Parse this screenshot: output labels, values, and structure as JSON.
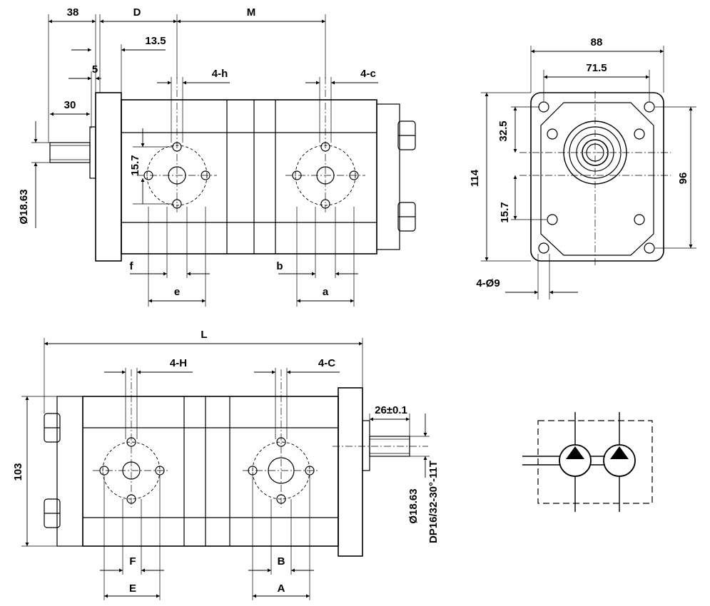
{
  "top_view": {
    "dims": {
      "shaft_length": "38",
      "flange_to_port": "D",
      "port_spacing": "M",
      "flange_offset": "13.5",
      "flange_thickness": "5",
      "spline_length": "30",
      "rear_bolts": "4-h",
      "front_bolts": "4-c",
      "bolt_offset": "15.7",
      "shaft_diameter": "Ø18.63",
      "rear_port_bolt_spacing": "e",
      "rear_port_inner": "f",
      "front_port_bolt_spacing": "a",
      "front_port_inner": "b"
    }
  },
  "side_view": {
    "dims": {
      "width": "88",
      "bolt_spacing_h": "71.5",
      "offset_top": "32.5",
      "height": "114",
      "bolt_spacing_v": "96",
      "offset_bottom": "15.7",
      "mount_holes": "4-Ø9"
    }
  },
  "bottom_view": {
    "dims": {
      "total_length": "L",
      "rear_bolts": "4-H",
      "front_bolts": "4-C",
      "body_height": "103",
      "spline_length": "26±0.1",
      "shaft_diameter": "Ø18.63",
      "spline_spec": "DP16/32-30°-11T",
      "rear_inner": "F",
      "rear_outer": "E",
      "front_inner": "B",
      "front_outer": "A"
    }
  },
  "symbol": {
    "pumps": [
      "pump-1",
      "pump-2"
    ]
  }
}
